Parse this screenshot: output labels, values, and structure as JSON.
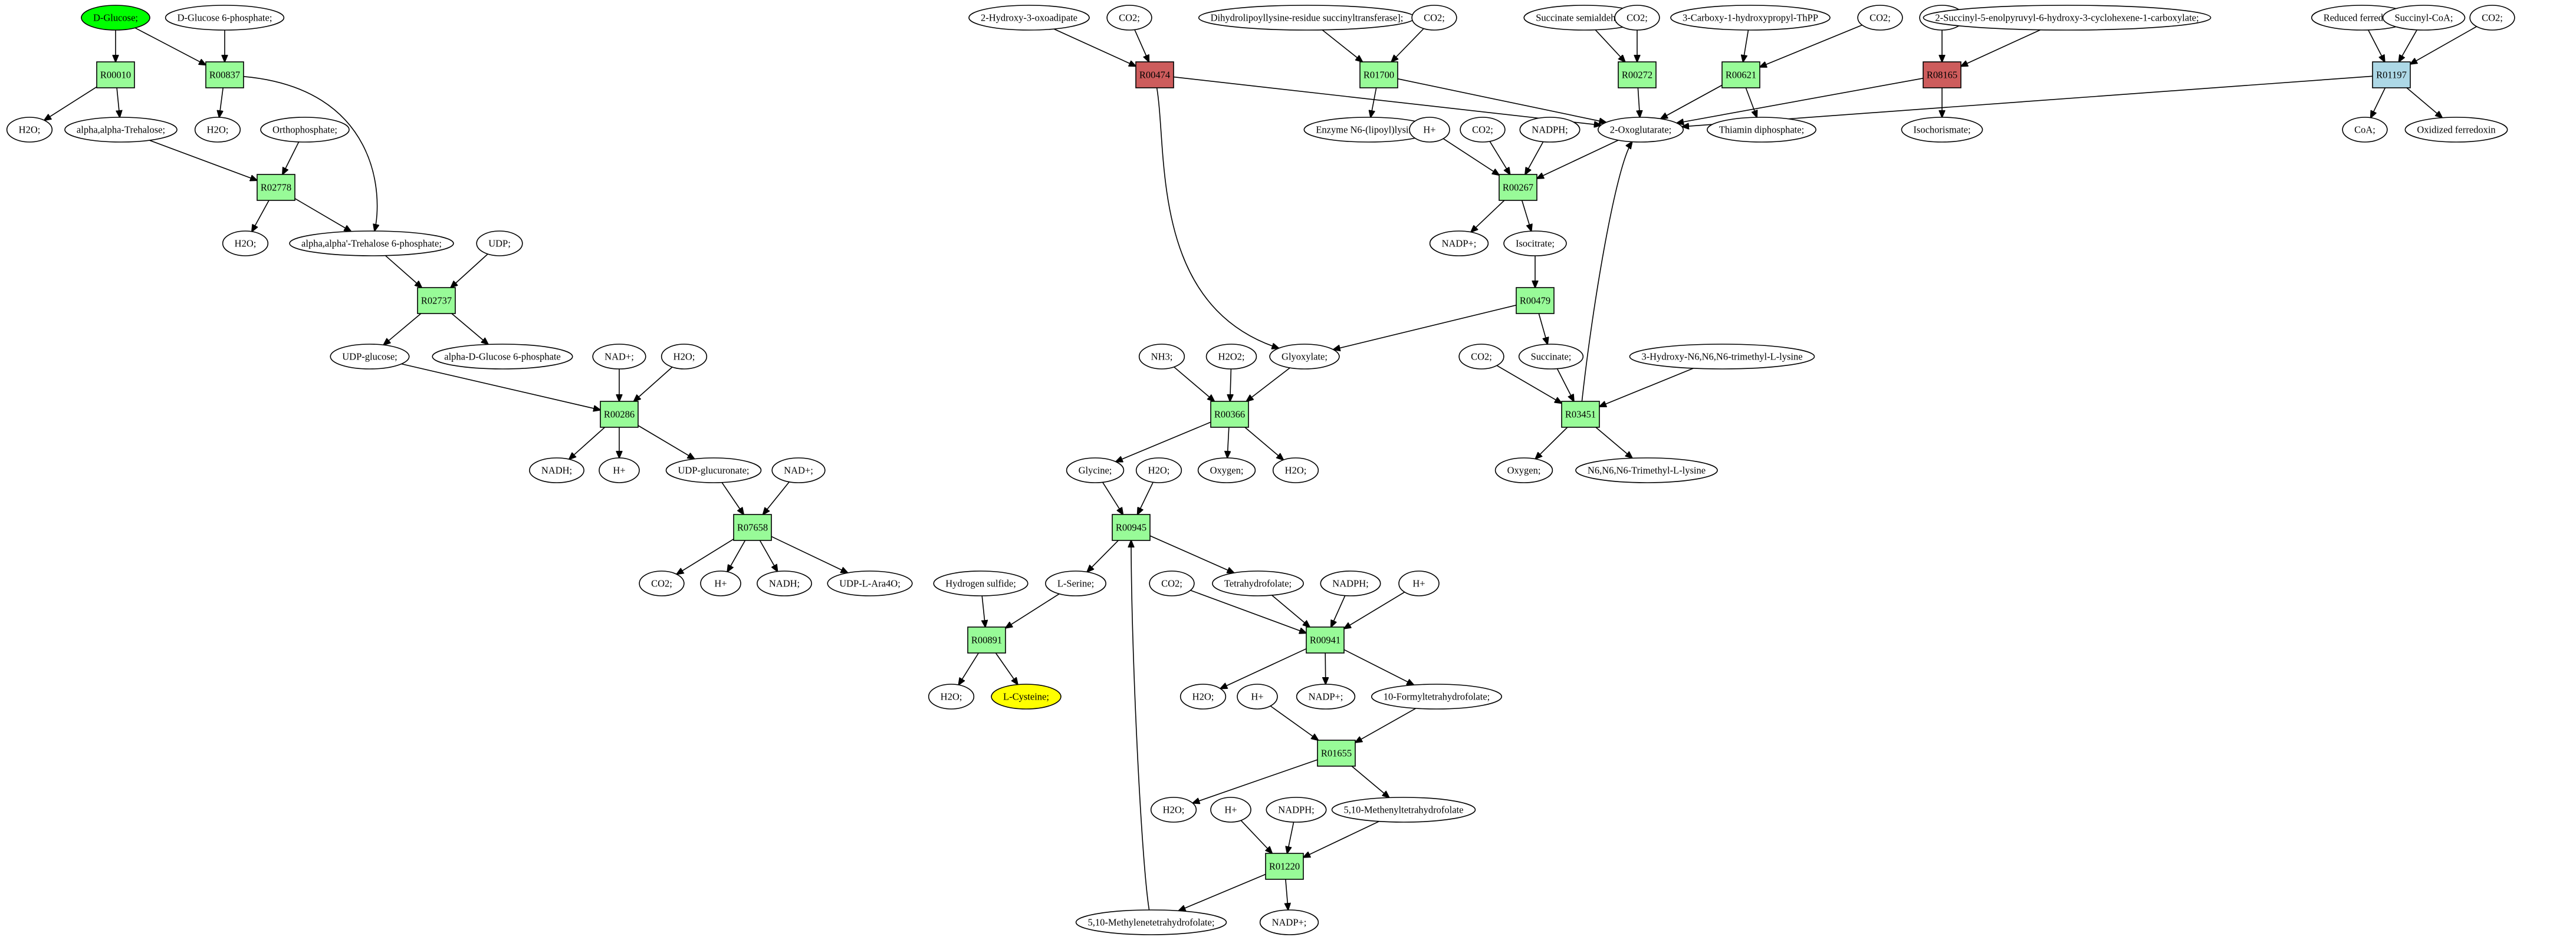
{
  "diagram": {
    "type": "metabolic-pathway-graph",
    "colors": {
      "reaction": "#98fb98",
      "reaction_red": "#cd5c5c",
      "reaction_blue": "#add8e6",
      "start_compound": "#00ff00",
      "target_compound": "#ffff00",
      "compound": "#ffffff",
      "edge": "#000000"
    },
    "nodes": [
      {
        "id": "m_glucose",
        "label": "D-Glucose;",
        "kind": "compound",
        "fill": "start"
      },
      {
        "id": "m_g6p",
        "label": "D-Glucose 6-phosphate;",
        "kind": "compound"
      },
      {
        "id": "r_R00010",
        "label": "R00010",
        "kind": "reaction"
      },
      {
        "id": "r_R00837",
        "label": "R00837",
        "kind": "reaction"
      },
      {
        "id": "m_h2o_1",
        "label": "H2O;",
        "kind": "compound"
      },
      {
        "id": "m_trehalose",
        "label": "alpha,alpha-Trehalose;",
        "kind": "compound"
      },
      {
        "id": "m_h2o_2",
        "label": "H2O;",
        "kind": "compound"
      },
      {
        "id": "m_orthophosphate",
        "label": "Orthophosphate;",
        "kind": "compound"
      },
      {
        "id": "r_R02778",
        "label": "R02778",
        "kind": "reaction"
      },
      {
        "id": "m_h2o_3",
        "label": "H2O;",
        "kind": "compound"
      },
      {
        "id": "m_trehalose6p",
        "label": "alpha,alpha'-Trehalose 6-phosphate;",
        "kind": "compound"
      },
      {
        "id": "m_udp",
        "label": "UDP;",
        "kind": "compound"
      },
      {
        "id": "r_R02737",
        "label": "R02737",
        "kind": "reaction"
      },
      {
        "id": "m_udpglucose",
        "label": "UDP-glucose;",
        "kind": "compound"
      },
      {
        "id": "m_adg6p",
        "label": "alpha-D-Glucose 6-phosphate",
        "kind": "compound"
      },
      {
        "id": "m_nadp_1",
        "label": "NAD+;",
        "kind": "compound"
      },
      {
        "id": "m_h2o_4",
        "label": "H2O;",
        "kind": "compound"
      },
      {
        "id": "r_R00286",
        "label": "R00286",
        "kind": "reaction"
      },
      {
        "id": "m_nadh_1",
        "label": "NADH;",
        "kind": "compound"
      },
      {
        "id": "m_hplus_1",
        "label": "H+",
        "kind": "compound"
      },
      {
        "id": "m_udpgluc",
        "label": "UDP-glucuronate;",
        "kind": "compound"
      },
      {
        "id": "m_nadp_2",
        "label": "NAD+;",
        "kind": "compound"
      },
      {
        "id": "r_R07658",
        "label": "R07658",
        "kind": "reaction"
      },
      {
        "id": "m_co2_1",
        "label": "CO2;",
        "kind": "compound"
      },
      {
        "id": "m_hplus_2",
        "label": "H+",
        "kind": "compound"
      },
      {
        "id": "m_nadh_2",
        "label": "NADH;",
        "kind": "compound"
      },
      {
        "id": "m_udparao",
        "label": "UDP-L-Ara4O;",
        "kind": "compound"
      },
      {
        "id": "m_2h3oxo",
        "label": "2-Hydroxy-3-oxoadipate",
        "kind": "compound"
      },
      {
        "id": "m_co2_2",
        "label": "CO2;",
        "kind": "compound"
      },
      {
        "id": "r_R00474",
        "label": "R00474",
        "kind": "reaction",
        "fill": "red"
      },
      {
        "id": "m_dihydro",
        "label": "Dihydrolipoyllysine-residue succinyltransferase];",
        "kind": "compound"
      },
      {
        "id": "m_co2_3",
        "label": "CO2;",
        "kind": "compound"
      },
      {
        "id": "r_R01700",
        "label": "R01700",
        "kind": "reaction"
      },
      {
        "id": "m_enzyme",
        "label": "Enzyme N6-(lipoyl)lysine;",
        "kind": "compound"
      },
      {
        "id": "m_succsemi",
        "label": "Succinate semialdehyde;",
        "kind": "compound"
      },
      {
        "id": "m_co2_4",
        "label": "CO2;",
        "kind": "compound"
      },
      {
        "id": "r_R00272",
        "label": "R00272",
        "kind": "reaction"
      },
      {
        "id": "m_3carboxy",
        "label": "3-Carboxy-1-hydroxypropyl-ThPP",
        "kind": "compound"
      },
      {
        "id": "m_co2_5",
        "label": "CO2;",
        "kind": "compound"
      },
      {
        "id": "r_R00621",
        "label": "R00621",
        "kind": "reaction"
      },
      {
        "id": "m_thiamin",
        "label": "Thiamin diphosphate;",
        "kind": "compound"
      },
      {
        "id": "m_co2_6",
        "label": "CO2;",
        "kind": "compound"
      },
      {
        "id": "m_2succinyl",
        "label": "2-Succinyl-5-enolpyruvyl-6-hydroxy-3-cyclohexene-1-carboxylate;",
        "kind": "compound"
      },
      {
        "id": "r_R08165",
        "label": "R08165",
        "kind": "reaction",
        "fill": "red"
      },
      {
        "id": "m_isochorismate",
        "label": "Isochorismate;",
        "kind": "compound"
      },
      {
        "id": "m_redferr",
        "label": "Reduced ferredoxin",
        "kind": "compound"
      },
      {
        "id": "m_succcoa",
        "label": "Succinyl-CoA;",
        "kind": "compound"
      },
      {
        "id": "m_co2_7",
        "label": "CO2;",
        "kind": "compound"
      },
      {
        "id": "r_R01197",
        "label": "R01197",
        "kind": "reaction",
        "fill": "blue"
      },
      {
        "id": "m_coa",
        "label": "CoA;",
        "kind": "compound"
      },
      {
        "id": "m_oxferr",
        "label": "Oxidized ferredoxin",
        "kind": "compound"
      },
      {
        "id": "m_2oxo",
        "label": "2-Oxoglutarate;",
        "kind": "compound"
      },
      {
        "id": "m_hplus_3",
        "label": "H+",
        "kind": "compound"
      },
      {
        "id": "m_co2_8",
        "label": "CO2;",
        "kind": "compound"
      },
      {
        "id": "m_nadph_1",
        "label": "NADPH;",
        "kind": "compound"
      },
      {
        "id": "r_R00267",
        "label": "R00267",
        "kind": "reaction"
      },
      {
        "id": "m_nadp_3",
        "label": "NADP+;",
        "kind": "compound"
      },
      {
        "id": "m_isocitrate",
        "label": "Isocitrate;",
        "kind": "compound"
      },
      {
        "id": "r_R00479",
        "label": "R00479",
        "kind": "reaction"
      },
      {
        "id": "m_glyoxylate",
        "label": "Glyoxylate;",
        "kind": "compound"
      },
      {
        "id": "m_succinate",
        "label": "Succinate;",
        "kind": "compound"
      },
      {
        "id": "m_co2_9",
        "label": "CO2;",
        "kind": "compound"
      },
      {
        "id": "m_3hydroxy",
        "label": "3-Hydroxy-N6,N6,N6-trimethyl-L-lysine",
        "kind": "compound"
      },
      {
        "id": "r_R03451",
        "label": "R03451",
        "kind": "reaction"
      },
      {
        "id": "m_oxygen_1",
        "label": "Oxygen;",
        "kind": "compound"
      },
      {
        "id": "m_trimethyl",
        "label": "N6,N6,N6-Trimethyl-L-lysine",
        "kind": "compound"
      },
      {
        "id": "m_nh3",
        "label": "NH3;",
        "kind": "compound"
      },
      {
        "id": "m_h2o2",
        "label": "H2O2;",
        "kind": "compound"
      },
      {
        "id": "r_R00366",
        "label": "R00366",
        "kind": "reaction"
      },
      {
        "id": "m_glycine",
        "label": "Glycine;",
        "kind": "compound"
      },
      {
        "id": "m_oxygen_2",
        "label": "Oxygen;",
        "kind": "compound"
      },
      {
        "id": "m_h2o_5",
        "label": "H2O;",
        "kind": "compound"
      },
      {
        "id": "m_h2o_6",
        "label": "H2O;",
        "kind": "compound"
      },
      {
        "id": "r_R00945",
        "label": "R00945",
        "kind": "reaction"
      },
      {
        "id": "m_lserine",
        "label": "L-Serine;",
        "kind": "compound"
      },
      {
        "id": "m_thf",
        "label": "Tetrahydrofolate;",
        "kind": "compound"
      },
      {
        "id": "m_h2s",
        "label": "Hydrogen sulfide;",
        "kind": "compound"
      },
      {
        "id": "r_R00891",
        "label": "R00891",
        "kind": "reaction"
      },
      {
        "id": "m_h2o_7",
        "label": "H2O;",
        "kind": "compound"
      },
      {
        "id": "m_lcys",
        "label": "L-Cysteine;",
        "kind": "compound",
        "fill": "target"
      },
      {
        "id": "m_co2_10",
        "label": "CO2;",
        "kind": "compound"
      },
      {
        "id": "m_nadph_2",
        "label": "NADPH;",
        "kind": "compound"
      },
      {
        "id": "m_hplus_4",
        "label": "H+",
        "kind": "compound"
      },
      {
        "id": "r_R00941",
        "label": "R00941",
        "kind": "reaction"
      },
      {
        "id": "m_h2o_8",
        "label": "H2O;",
        "kind": "compound"
      },
      {
        "id": "m_hplus_5",
        "label": "H+",
        "kind": "compound"
      },
      {
        "id": "m_nadp_4",
        "label": "NADP+;",
        "kind": "compound"
      },
      {
        "id": "m_10formyl",
        "label": "10-Formyltetrahydrofolate;",
        "kind": "compound"
      },
      {
        "id": "r_R01655",
        "label": "R01655",
        "kind": "reaction"
      },
      {
        "id": "m_h2o_9",
        "label": "H2O;",
        "kind": "compound"
      },
      {
        "id": "m_hplus_6",
        "label": "H+",
        "kind": "compound"
      },
      {
        "id": "m_nadph_3",
        "label": "NADPH;",
        "kind": "compound"
      },
      {
        "id": "m_510methenyl",
        "label": "5,10-Methenyltetrahydrofolate",
        "kind": "compound"
      },
      {
        "id": "r_R01220",
        "label": "R01220",
        "kind": "reaction"
      },
      {
        "id": "m_510methylene",
        "label": "5,10-Methylenetetrahydrofolate;",
        "kind": "compound"
      },
      {
        "id": "m_nadp_5",
        "label": "NADP+;",
        "kind": "compound"
      }
    ],
    "edges": [
      [
        "m_glucose",
        "r_R00010"
      ],
      [
        "m_glucose",
        "r_R00837"
      ],
      [
        "m_g6p",
        "r_R00837"
      ],
      [
        "r_R00010",
        "m_h2o_1"
      ],
      [
        "r_R00010",
        "m_trehalose"
      ],
      [
        "r_R00837",
        "m_h2o_2"
      ],
      [
        "r_R00837",
        "m_trehalose6p"
      ],
      [
        "m_trehalose",
        "r_R02778"
      ],
      [
        "m_orthophosphate",
        "r_R02778"
      ],
      [
        "r_R02778",
        "m_h2o_3"
      ],
      [
        "r_R02778",
        "m_trehalose6p"
      ],
      [
        "m_trehalose6p",
        "r_R02737"
      ],
      [
        "m_udp",
        "r_R02737"
      ],
      [
        "r_R02737",
        "m_udpglucose"
      ],
      [
        "r_R02737",
        "m_adg6p"
      ],
      [
        "m_udpglucose",
        "r_R00286"
      ],
      [
        "m_nadp_1",
        "r_R00286"
      ],
      [
        "m_h2o_4",
        "r_R00286"
      ],
      [
        "r_R00286",
        "m_nadh_1"
      ],
      [
        "r_R00286",
        "m_hplus_1"
      ],
      [
        "r_R00286",
        "m_udpgluc"
      ],
      [
        "m_udpgluc",
        "r_R07658"
      ],
      [
        "m_nadp_2",
        "r_R07658"
      ],
      [
        "r_R07658",
        "m_co2_1"
      ],
      [
        "r_R07658",
        "m_hplus_2"
      ],
      [
        "r_R07658",
        "m_nadh_2"
      ],
      [
        "r_R07658",
        "m_udparao"
      ],
      [
        "m_2h3oxo",
        "r_R00474"
      ],
      [
        "m_co2_2",
        "r_R00474"
      ],
      [
        "r_R00474",
        "m_2oxo"
      ],
      [
        "r_R00474",
        "m_glyoxylate"
      ],
      [
        "m_dihydro",
        "r_R01700"
      ],
      [
        "m_co2_3",
        "r_R01700"
      ],
      [
        "r_R01700",
        "m_enzyme"
      ],
      [
        "r_R01700",
        "m_2oxo"
      ],
      [
        "m_succsemi",
        "r_R00272"
      ],
      [
        "m_co2_4",
        "r_R00272"
      ],
      [
        "r_R00272",
        "m_2oxo"
      ],
      [
        "m_3carboxy",
        "r_R00621"
      ],
      [
        "m_co2_5",
        "r_R00621"
      ],
      [
        "r_R00621",
        "m_2oxo"
      ],
      [
        "r_R00621",
        "m_thiamin"
      ],
      [
        "m_co2_6",
        "r_R08165"
      ],
      [
        "m_2succinyl",
        "r_R08165"
      ],
      [
        "r_R08165",
        "m_2oxo"
      ],
      [
        "r_R08165",
        "m_isochorismate"
      ],
      [
        "m_redferr",
        "r_R01197"
      ],
      [
        "m_succcoa",
        "r_R01197"
      ],
      [
        "m_co2_7",
        "r_R01197"
      ],
      [
        "r_R01197",
        "m_2oxo"
      ],
      [
        "r_R01197",
        "m_coa"
      ],
      [
        "r_R01197",
        "m_oxferr"
      ],
      [
        "m_2oxo",
        "r_R00267"
      ],
      [
        "m_hplus_3",
        "r_R00267"
      ],
      [
        "m_co2_8",
        "r_R00267"
      ],
      [
        "m_nadph_1",
        "r_R00267"
      ],
      [
        "r_R00267",
        "m_nadp_3"
      ],
      [
        "r_R00267",
        "m_isocitrate"
      ],
      [
        "m_isocitrate",
        "r_R00479"
      ],
      [
        "r_R00479",
        "m_glyoxylate"
      ],
      [
        "r_R00479",
        "m_succinate"
      ],
      [
        "m_succinate",
        "r_R03451"
      ],
      [
        "m_co2_9",
        "r_R03451"
      ],
      [
        "m_3hydroxy",
        "r_R03451"
      ],
      [
        "r_R03451",
        "m_oxygen_1"
      ],
      [
        "r_R03451",
        "m_trimethyl"
      ],
      [
        "r_R03451",
        "m_2oxo"
      ],
      [
        "m_nh3",
        "r_R00366"
      ],
      [
        "m_h2o2",
        "r_R00366"
      ],
      [
        "m_glyoxylate",
        "r_R00366"
      ],
      [
        "r_R00366",
        "m_glycine"
      ],
      [
        "r_R00366",
        "m_oxygen_2"
      ],
      [
        "r_R00366",
        "m_h2o_5"
      ],
      [
        "m_glycine",
        "r_R00945"
      ],
      [
        "m_h2o_6",
        "r_R00945"
      ],
      [
        "m_510methylene",
        "r_R00945"
      ],
      [
        "r_R00945",
        "m_lserine"
      ],
      [
        "r_R00945",
        "m_thf"
      ],
      [
        "m_h2s",
        "r_R00891"
      ],
      [
        "m_lserine",
        "r_R00891"
      ],
      [
        "r_R00891",
        "m_h2o_7"
      ],
      [
        "r_R00891",
        "m_lcys"
      ],
      [
        "m_thf",
        "r_R00941"
      ],
      [
        "m_co2_10",
        "r_R00941"
      ],
      [
        "m_nadph_2",
        "r_R00941"
      ],
      [
        "m_hplus_4",
        "r_R00941"
      ],
      [
        "r_R00941",
        "m_h2o_8"
      ],
      [
        "r_R00941",
        "m_nadp_4"
      ],
      [
        "r_R00941",
        "m_10formyl"
      ],
      [
        "m_10formyl",
        "r_R01655"
      ],
      [
        "m_hplus_5",
        "r_R01655"
      ],
      [
        "r_R01655",
        "m_h2o_9"
      ],
      [
        "r_R01655",
        "m_510methenyl"
      ],
      [
        "m_510methenyl",
        "r_R01220"
      ],
      [
        "m_hplus_6",
        "r_R01220"
      ],
      [
        "m_nadph_3",
        "r_R01220"
      ],
      [
        "r_R01220",
        "m_510methylene"
      ],
      [
        "r_R01220",
        "m_nadp_5"
      ]
    ]
  }
}
